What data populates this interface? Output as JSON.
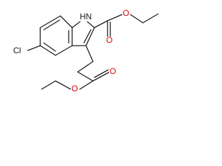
{
  "molecule": {
    "atoms": {
      "nh": "H",
      "n": "N",
      "cl": "Cl",
      "ester_o_double": "O",
      "ester_o_single": "O",
      "side_o_double": "O",
      "side_o_single": "O"
    },
    "colors": {
      "bond": "#1a1a1a",
      "oxygen": "#e00000",
      "nitrogen": "#1a1a1a",
      "chlorine": "#1a1a1a"
    }
  }
}
